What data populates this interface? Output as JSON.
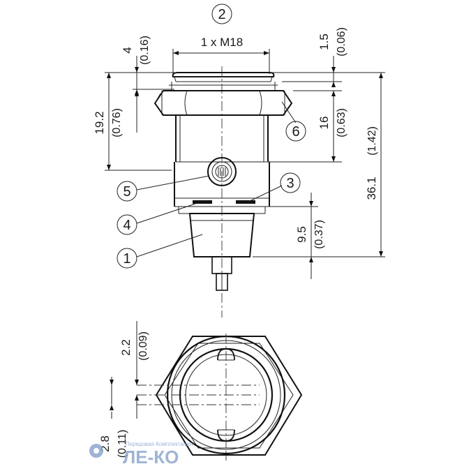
{
  "thread_label": "1 x M18",
  "dimensions": {
    "top_left_mm": "4",
    "top_left_in": "(0.16)",
    "top_right_mm": "1.5",
    "top_right_in": "(0.06)",
    "height_mm": "19.2",
    "height_in": "(0.76)",
    "nut_mm": "16",
    "nut_in": "(0.63)",
    "total_mm": "36.1",
    "total_in": "(1.42)",
    "plug_mm": "9.5",
    "plug_in": "(0.37)",
    "slot_mm": "2.2",
    "slot_in": "(0.09)",
    "bottom_mm": "2.8",
    "bottom_in": "(0.11)"
  },
  "callouts": [
    "1",
    "2",
    "3",
    "4",
    "5",
    "6"
  ],
  "watermark": {
    "logo_text": "ЛЕ-КО",
    "tagline": "Передовая Комплектация"
  },
  "colors": {
    "line": "#111111",
    "watermark": "#8ea7cf"
  }
}
